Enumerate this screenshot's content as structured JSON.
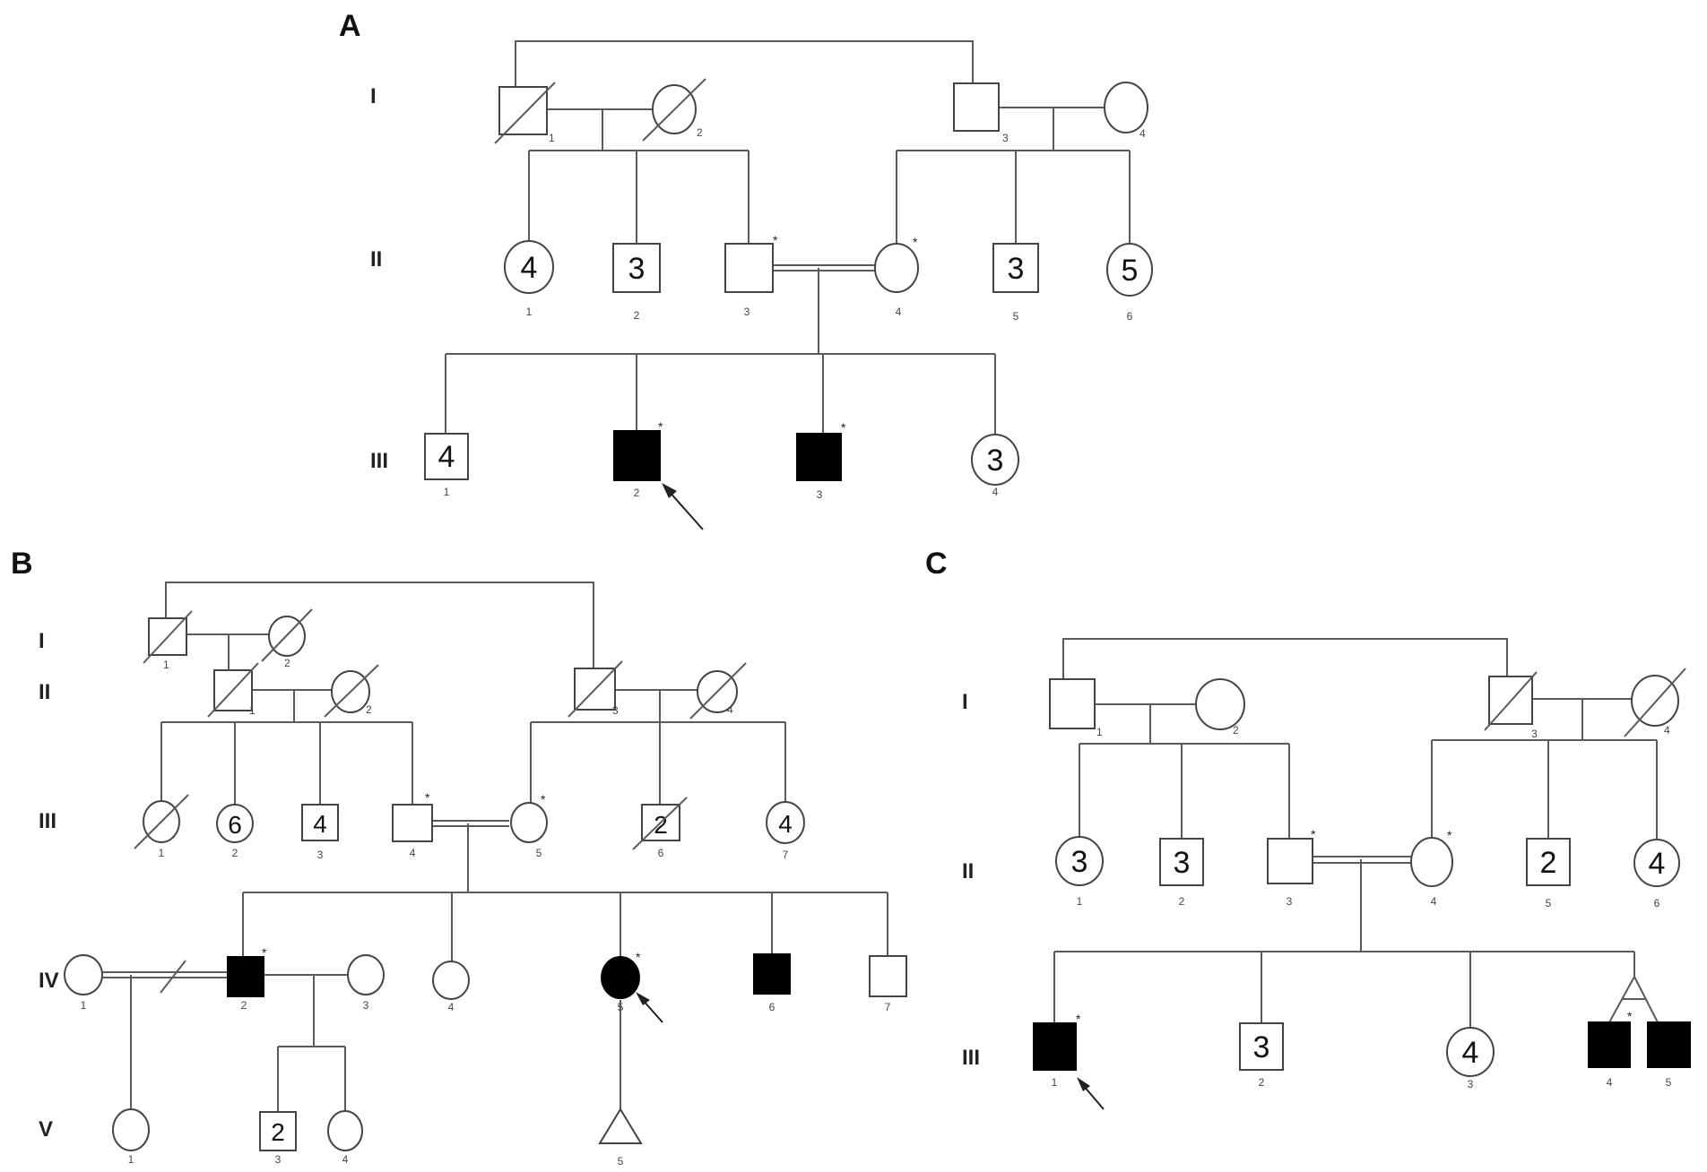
{
  "panels": {
    "A": {
      "label": "A",
      "generations": [
        "I",
        "II",
        "III"
      ],
      "individuals": [
        {
          "gen": "I",
          "num": "1",
          "sex": "male",
          "deceased": true
        },
        {
          "gen": "I",
          "num": "2",
          "sex": "female",
          "deceased": true
        },
        {
          "gen": "I",
          "num": "3",
          "sex": "male"
        },
        {
          "gen": "I",
          "num": "4",
          "sex": "female"
        },
        {
          "gen": "II",
          "num": "1",
          "sex": "female",
          "count": "4"
        },
        {
          "gen": "II",
          "num": "2",
          "sex": "male",
          "count": "3"
        },
        {
          "gen": "II",
          "num": "3",
          "sex": "male",
          "tested": "*"
        },
        {
          "gen": "II",
          "num": "4",
          "sex": "female",
          "tested": "*"
        },
        {
          "gen": "II",
          "num": "5",
          "sex": "male",
          "count": "3"
        },
        {
          "gen": "II",
          "num": "6",
          "sex": "female",
          "count": "5"
        },
        {
          "gen": "III",
          "num": "1",
          "sex": "male",
          "count": "4"
        },
        {
          "gen": "III",
          "num": "2",
          "sex": "male",
          "affected": true,
          "proband": true,
          "tested": "*"
        },
        {
          "gen": "III",
          "num": "3",
          "sex": "male",
          "affected": true,
          "tested": "*"
        },
        {
          "gen": "III",
          "num": "4",
          "sex": "female",
          "count": "3"
        }
      ]
    },
    "B": {
      "label": "B",
      "generations": [
        "I",
        "II",
        "III",
        "IV",
        "V"
      ],
      "individuals": [
        {
          "gen": "I",
          "num": "1",
          "sex": "male",
          "deceased": true
        },
        {
          "gen": "I",
          "num": "2",
          "sex": "female",
          "deceased": true
        },
        {
          "gen": "II",
          "num": "1",
          "sex": "male",
          "deceased": true
        },
        {
          "gen": "II",
          "num": "2",
          "sex": "female",
          "deceased": true
        },
        {
          "gen": "II",
          "num": "3",
          "sex": "male",
          "deceased": true
        },
        {
          "gen": "II",
          "num": "4",
          "sex": "female",
          "deceased": true
        },
        {
          "gen": "III",
          "num": "1",
          "sex": "female",
          "deceased": true
        },
        {
          "gen": "III",
          "num": "2",
          "sex": "female",
          "count": "6"
        },
        {
          "gen": "III",
          "num": "3",
          "sex": "male",
          "count": "4"
        },
        {
          "gen": "III",
          "num": "4",
          "sex": "male",
          "tested": "*"
        },
        {
          "gen": "III",
          "num": "5",
          "sex": "female",
          "tested": "*"
        },
        {
          "gen": "III",
          "num": "6",
          "sex": "male",
          "count": "2",
          "deceased": true
        },
        {
          "gen": "III",
          "num": "7",
          "sex": "female",
          "count": "4"
        },
        {
          "gen": "IV",
          "num": "1",
          "sex": "female"
        },
        {
          "gen": "IV",
          "num": "2",
          "sex": "male",
          "affected": true,
          "tested": "*"
        },
        {
          "gen": "IV",
          "num": "3",
          "sex": "female"
        },
        {
          "gen": "IV",
          "num": "4",
          "sex": "female"
        },
        {
          "gen": "IV",
          "num": "5",
          "sex": "female",
          "affected": true,
          "proband": true,
          "tested": "*"
        },
        {
          "gen": "IV",
          "num": "6",
          "sex": "male",
          "affected": true
        },
        {
          "gen": "IV",
          "num": "7",
          "sex": "male"
        },
        {
          "gen": "V",
          "num": "1",
          "sex": "female"
        },
        {
          "gen": "V",
          "num": "3",
          "sex": "male",
          "count": "2"
        },
        {
          "gen": "V",
          "num": "4",
          "sex": "female"
        },
        {
          "gen": "V",
          "num": "5",
          "sex": "pregnancy"
        }
      ]
    },
    "C": {
      "label": "C",
      "generations": [
        "I",
        "II",
        "III"
      ],
      "individuals": [
        {
          "gen": "I",
          "num": "1",
          "sex": "male"
        },
        {
          "gen": "I",
          "num": "2",
          "sex": "female"
        },
        {
          "gen": "I",
          "num": "3",
          "sex": "male",
          "deceased": true
        },
        {
          "gen": "I",
          "num": "4",
          "sex": "female",
          "deceased": true
        },
        {
          "gen": "II",
          "num": "1",
          "sex": "female",
          "count": "3"
        },
        {
          "gen": "II",
          "num": "2",
          "sex": "male",
          "count": "3"
        },
        {
          "gen": "II",
          "num": "3",
          "sex": "male",
          "tested": "*"
        },
        {
          "gen": "II",
          "num": "4",
          "sex": "female",
          "tested": "*"
        },
        {
          "gen": "II",
          "num": "5",
          "sex": "male",
          "count": "2"
        },
        {
          "gen": "II",
          "num": "6",
          "sex": "female",
          "count": "4"
        },
        {
          "gen": "III",
          "num": "1",
          "sex": "male",
          "affected": true,
          "proband": true,
          "tested": "*"
        },
        {
          "gen": "III",
          "num": "2",
          "sex": "male",
          "count": "3"
        },
        {
          "gen": "III",
          "num": "3",
          "sex": "female",
          "count": "4"
        },
        {
          "gen": "III",
          "num": "4",
          "sex": "male",
          "affected": true,
          "tested": "*",
          "twin": true
        },
        {
          "gen": "III",
          "num": "5",
          "sex": "male",
          "affected": true,
          "twin": true
        }
      ]
    }
  }
}
